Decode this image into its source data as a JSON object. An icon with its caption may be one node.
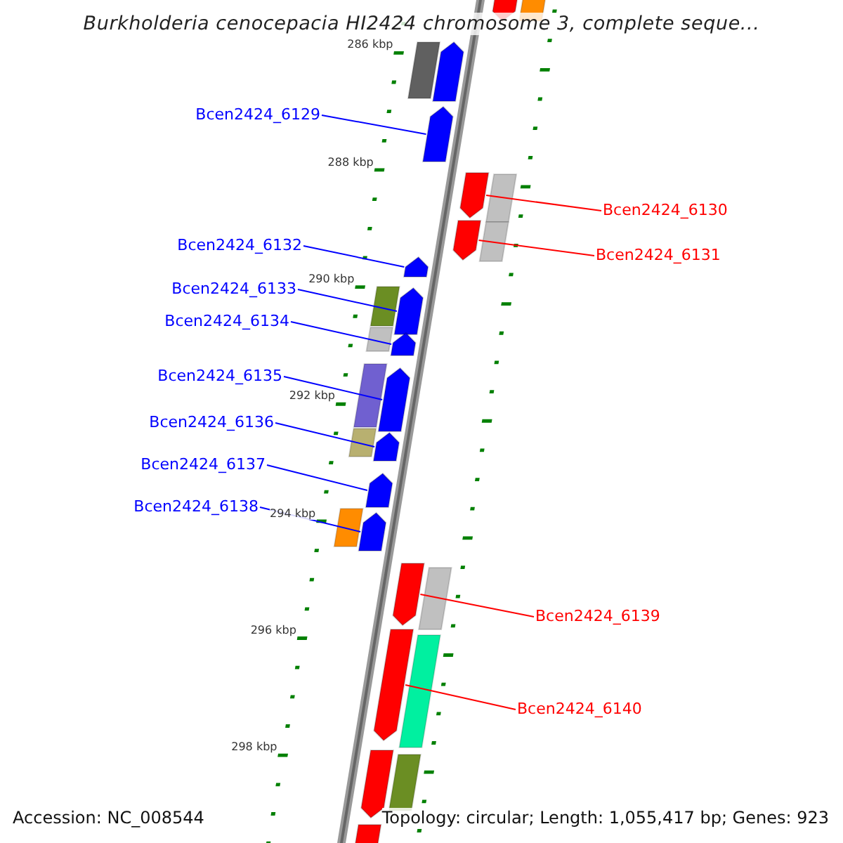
{
  "diagram": {
    "title": "Burkholderia cenocepacia HI2424 chromosome 3, complete seque...",
    "nodes": [
      {
        "text": [],
        "shape": "bar"
      },
      {
        "text": [],
        "shape": "bar"
      },
      {
        "text": [
          "Bcen2424_6129"
        ]
      },
      {
        "text": [],
        "shape": "bar"
      },
      {
        "text": [
          "Bcen2424_6130"
        ]
      },
      {
        "text": [],
        "shape": "bar"
      },
      {
        "text": [
          "Bcen2424_6132"
        ]
      },
      {
        "text": [],
        "shape": "bar"
      },
      {
        "text": [
          "Bcen2424_6131"
        ]
      },
      {
        "text": [],
        "shape": "bar"
      },
      {
        "text": [
          "Bcen2424_6133"
        ]
      },
      {
        "text": [],
        "shape": "bar"
      },
      {
        "text": [
          "Bcen2424_6134"
        ]
      },
      {
        "text": [],
        "shape": "bar"
      },
      {
        "text": [
          "Bcen2424_6135"
        ]
      },
      {
        "text": [],
        "shape": "bar"
      },
      {
        "text": [
          "Bcen2424_6136"
        ]
      },
      {
        "text": [],
        "shape": "bar"
      },
      {
        "text": [
          "Bcen2424_6137"
        ]
      },
      {
        "text": [],
        "shape": "bar"
      },
      {
        "text": [
          "Bcen2424_6138"
        ]
      },
      {
        "text": [],
        "shape": "bar"
      },
      {
        "text": [
          "Bcen2424_6139"
        ]
      },
      {
        "text": [],
        "shape": "bar"
      },
      {
        "text": [
          "Bcen2424_6140"
        ]
      },
      {
        "text": [],
        "shape": "bar"
      },
      {
        "text": [],
        "shape": "bar"
      },
      {
        "text": [],
        "shape": "bar"
      }
    ],
    "edges": [
      {
        "from": 2,
        "to": 3,
        "arrow": "none"
      },
      {
        "from": 4,
        "to": 5,
        "arrow": "none",
        "color": "#ff0000"
      },
      {
        "from": 6,
        "to": 7,
        "arrow": "none"
      },
      {
        "from": 8,
        "to": 9,
        "arrow": "none",
        "color": "#ff0000"
      },
      {
        "from": 10,
        "to": 11,
        "arrow": "none"
      },
      {
        "from": 12,
        "to": 13,
        "arrow": "none"
      },
      {
        "from": 14,
        "to": 15,
        "arrow": "none"
      },
      {
        "from": 16,
        "to": 17,
        "arrow": "none"
      },
      {
        "from": 18,
        "to": 19,
        "arrow": "none"
      },
      {
        "from": 20,
        "to": 21,
        "arrow": "none"
      },
      {
        "from": 22,
        "to": 23,
        "arrow": "none",
        "color": "#ff0000"
      },
      {
        "from": 24,
        "to": 25,
        "arrow": "none",
        "color": "#ff0000"
      }
    ],
    "labels": [
      "286 kbp",
      "288 kbp",
      "290 kbp",
      "292 kbp",
      "294 kbp",
      "296 kbp",
      "298 kbp",
      "Accession: NC_008544",
      "Topology: circular; Length: 1,055,417 bp; Genes: 923"
    ]
  }
}
